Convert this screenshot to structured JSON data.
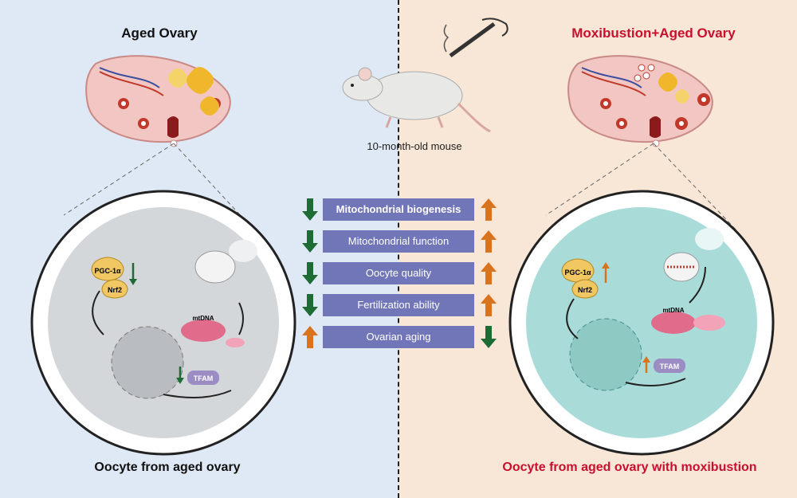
{
  "left": {
    "title": "Aged Ovary",
    "caption": "Oocyte from aged ovary",
    "labels": {
      "pgc": "PGC-1α",
      "nrf2": "Nrf2",
      "mtdna": "mtDNA",
      "tfam": "TFAM"
    }
  },
  "right": {
    "title": "Moxibustion+Aged Ovary",
    "caption": "Oocyte from aged ovary with moxibustion",
    "labels": {
      "pgc": "PGC-1α",
      "nrf2": "Nrf2",
      "mtdna": "mtDNA",
      "tfam": "TFAM"
    }
  },
  "mouse_label": "10-month-old mouse",
  "effects": [
    {
      "label": "Mitochondrial biogenesis",
      "aged": "down",
      "moxa": "up"
    },
    {
      "label": "Mitochondrial function",
      "aged": "down",
      "moxa": "up"
    },
    {
      "label": "Oocyte quality",
      "aged": "down",
      "moxa": "up"
    },
    {
      "label": "Fertilization ability",
      "aged": "down",
      "moxa": "up"
    },
    {
      "label": "Ovarian aging",
      "aged": "up",
      "moxa": "down"
    }
  ],
  "colors": {
    "down": "#1e6b35",
    "up": "#d9731e",
    "box": "#7176b8",
    "accent": "#c8102e"
  }
}
